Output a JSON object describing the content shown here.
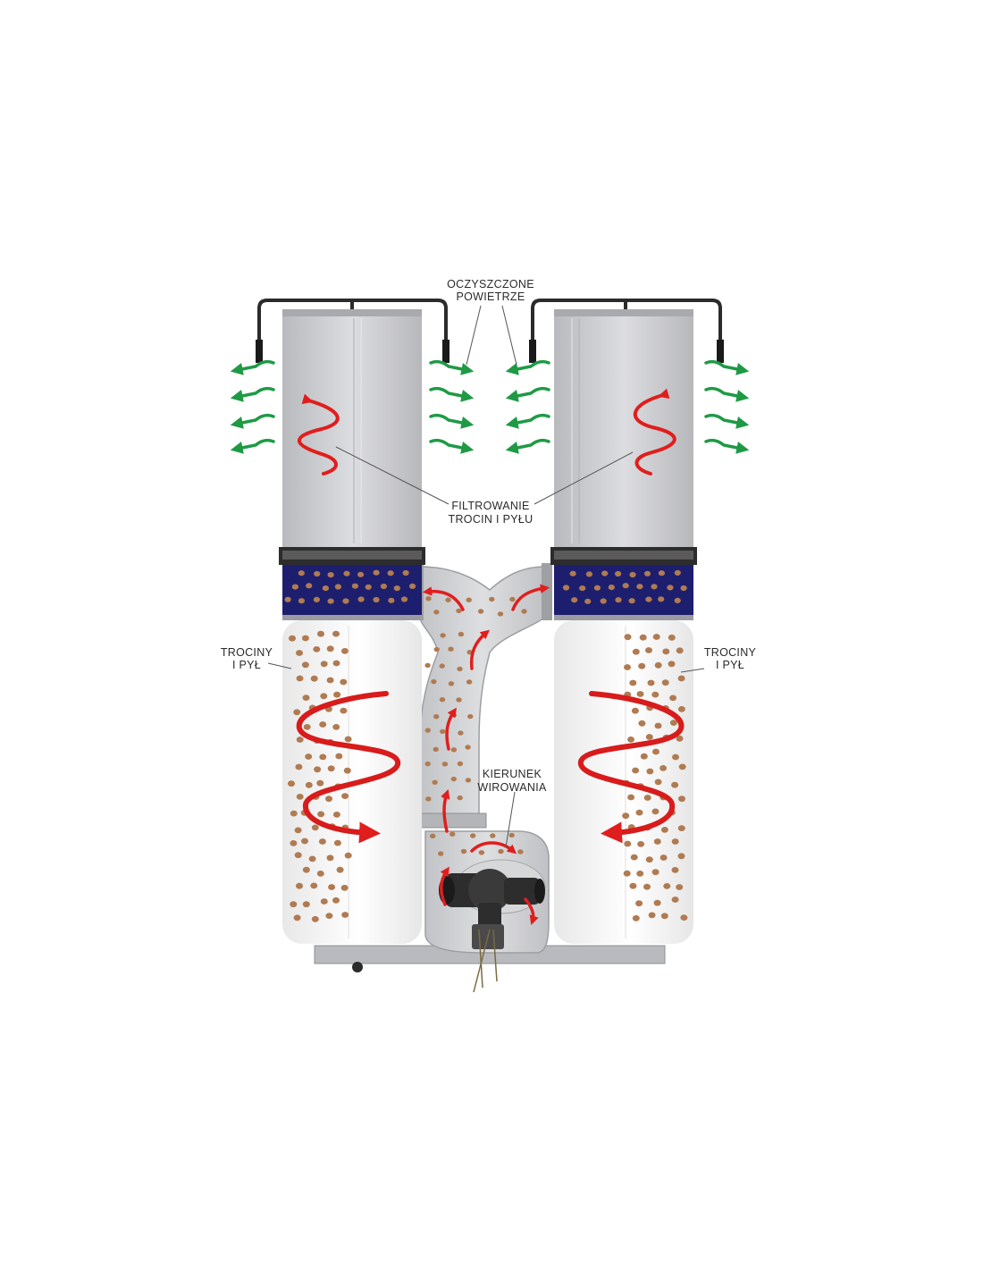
{
  "labels": {
    "clean_air": [
      "OCZYSZCZONE",
      "POWIETRZE"
    ],
    "filtering": [
      "FILTROWANIE",
      "TROCIN I PYŁU"
    ],
    "dust_left": [
      "TROCINY",
      "I PYŁ"
    ],
    "dust_right": [
      "TROCINY",
      "I PYŁ"
    ],
    "spin_direction": [
      "KIERUNEK",
      "WIROWANIA"
    ]
  },
  "colors": {
    "background": "#ffffff",
    "filter_cartridge": "#c9cacc",
    "collection_bag": "#f6f6f6",
    "band": "#1d1f6e",
    "dust_particle": "#b07b52",
    "flow_arrow": "#e01e1e",
    "clean_air_arrow": "#1e9a45",
    "duct": "#cfd0d2",
    "frame": "#2b2b2b"
  },
  "icons": {
    "clean_air_arrow": "arrow-right-icon",
    "flow_arrow": "swirl-arrow-icon",
    "blower": "blower-icon",
    "dust_particle": "dust-dot-icon"
  }
}
